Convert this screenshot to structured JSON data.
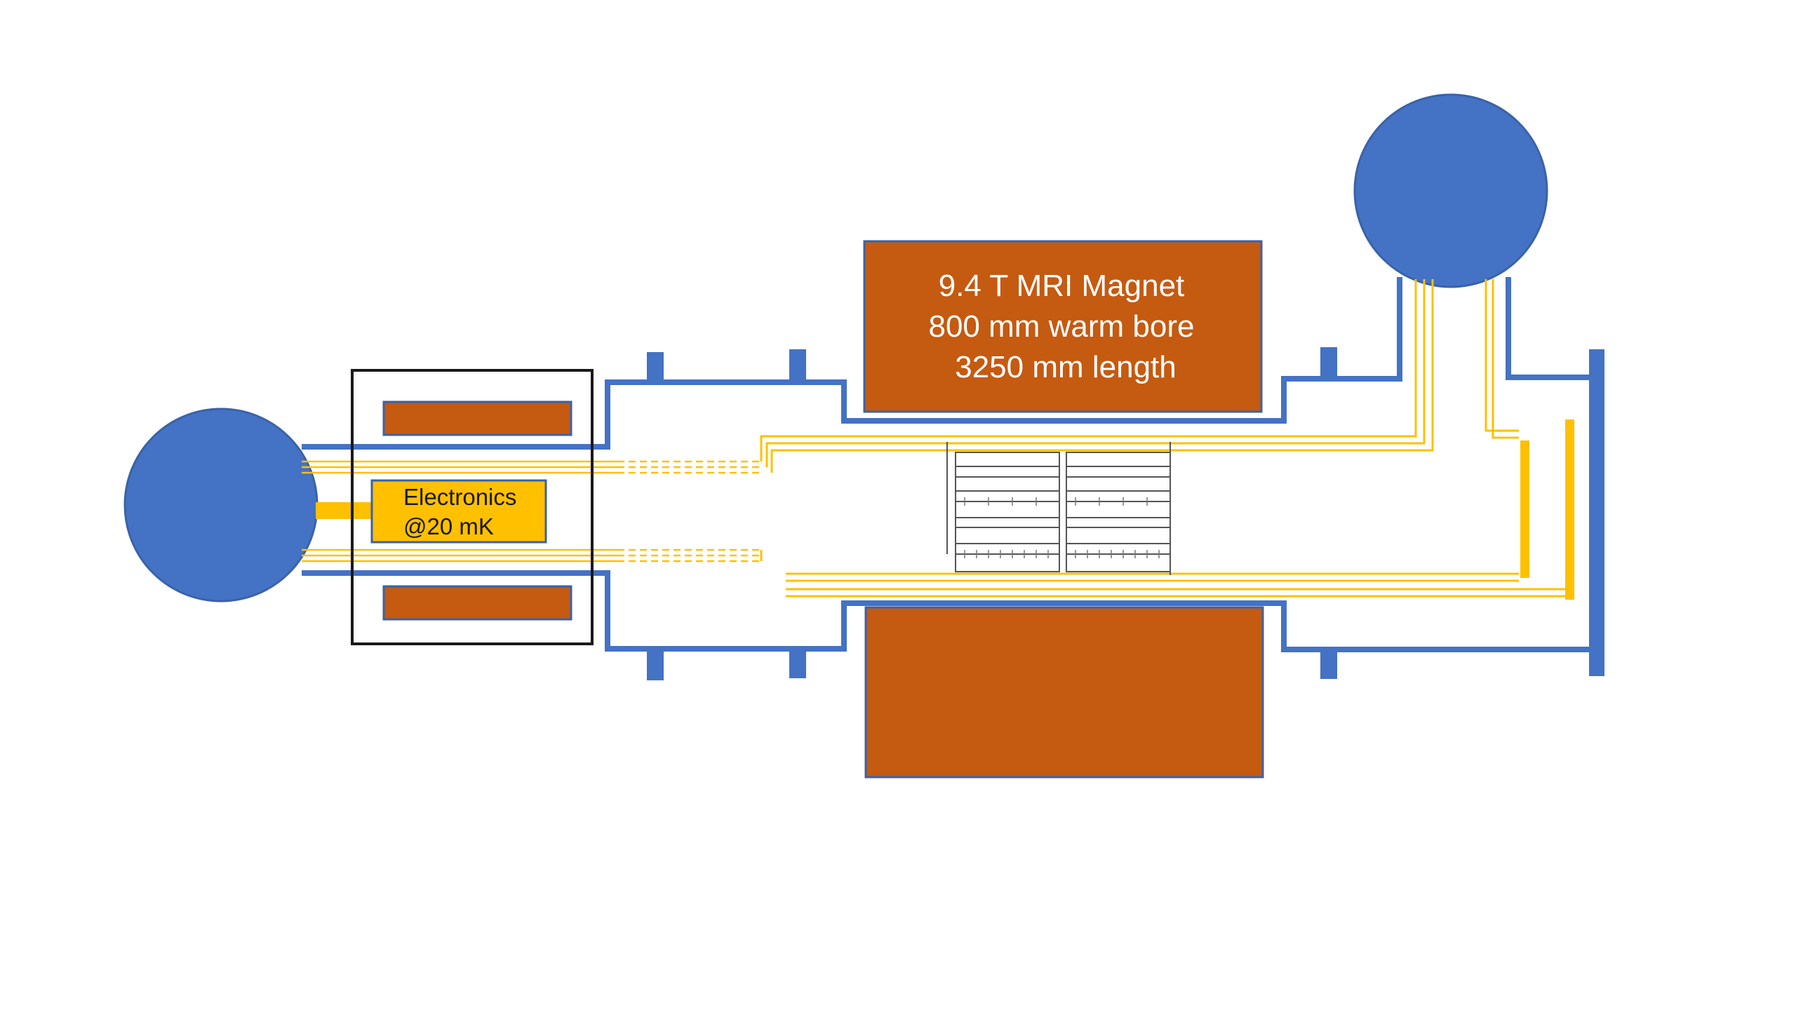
{
  "magnet": {
    "line1": "9.4 T MRI Magnet",
    "line2": "800 mm warm bore",
    "line3": "3250 mm length"
  },
  "electronics": {
    "line1": "Electronics",
    "line2": "@20 mK"
  },
  "colors": {
    "blue": "#4472c4",
    "copper": "#c55a11",
    "gold": "#ffc000",
    "frame": "#1a1a1a",
    "white": "#ffffff"
  }
}
